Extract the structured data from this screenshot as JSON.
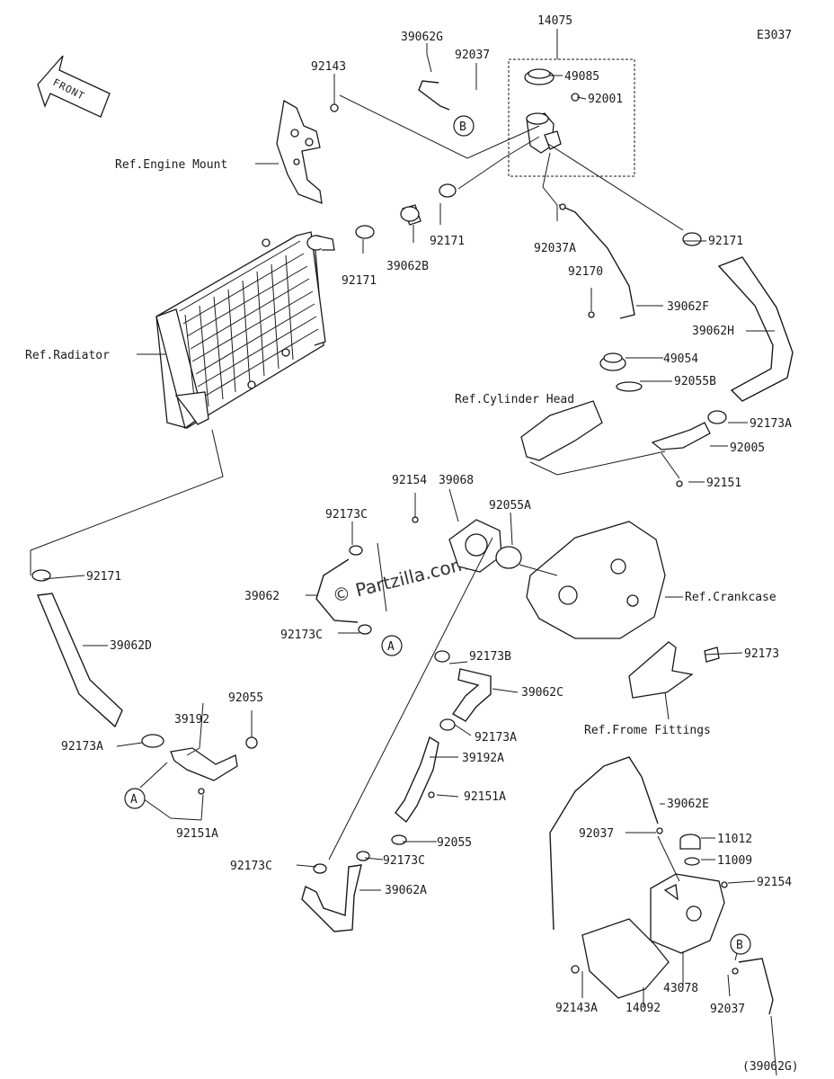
{
  "diagram_code": "E3037",
  "front_label": "FRONT",
  "watermark": "© Partzilla.com",
  "callouts": {
    "c14075": "14075",
    "c39062G": "39062G",
    "c92037_top": "92037",
    "c49085": "49085",
    "c92001": "92001",
    "c92143": "92143",
    "ref_engine_mount": "Ref.Engine Mount",
    "c92171_a": "92171",
    "c92171_b": "92171",
    "c39062B": "39062B",
    "c92037A": "92037A",
    "c92171_c": "92171",
    "c92170": "92170",
    "c39062F": "39062F",
    "c39062H": "39062H",
    "ref_radiator": "Ref.Radiator",
    "c49054": "49054",
    "c92055B": "92055B",
    "ref_cylinder_head": "Ref.Cylinder Head",
    "c92173A_top": "92173A",
    "c92005": "92005",
    "c92151": "92151",
    "c92154_mid": "92154",
    "c39068": "39068",
    "c92055A": "92055A",
    "c92173C_a": "92173C",
    "c92171_d": "92171",
    "c39062": "39062",
    "ref_crankcase": "Ref.Crankcase",
    "c92173C_b": "92173C",
    "c39062D": "39062D",
    "c92173B": "92173B",
    "c92173": "92173",
    "c39062C": "39062C",
    "c92055_left": "92055",
    "c39192": "39192",
    "ref_frame_fittings": "Ref.Frome Fittings",
    "c92173A_left": "92173A",
    "c92173A_mid": "92173A",
    "c39192A": "39192A",
    "c92151A_mid": "92151A",
    "c39062E": "39062E",
    "c92151A_left": "92151A",
    "c92037_right": "92037",
    "c11012": "11012",
    "c92055_mid": "92055",
    "c11009": "11009",
    "c92173C_c": "92173C",
    "c92173C_d": "92173C",
    "c92154_right": "92154",
    "c39062A": "39062A",
    "c92143A": "92143A",
    "c14092": "14092",
    "c43078": "43078",
    "c92037_bottom": "92037",
    "c39062G_ref": "(39062G)"
  },
  "markers": {
    "a1": "A",
    "a2": "A",
    "b1": "B",
    "b2": "B"
  }
}
